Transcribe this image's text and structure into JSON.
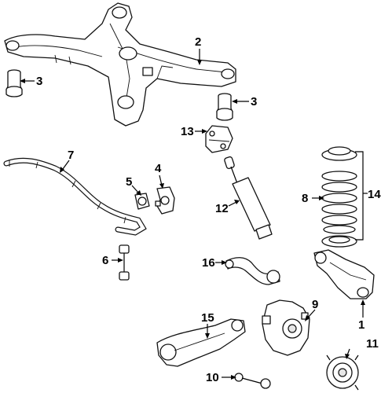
{
  "diagram": {
    "callouts": [
      {
        "id": "c1",
        "label": "1"
      },
      {
        "id": "c2",
        "label": "2"
      },
      {
        "id": "c3a",
        "label": "3"
      },
      {
        "id": "c3b",
        "label": "3"
      },
      {
        "id": "c4",
        "label": "4"
      },
      {
        "id": "c5",
        "label": "5"
      },
      {
        "id": "c6",
        "label": "6"
      },
      {
        "id": "c7",
        "label": "7"
      },
      {
        "id": "c8",
        "label": "8"
      },
      {
        "id": "c9",
        "label": "9"
      },
      {
        "id": "c10",
        "label": "10"
      },
      {
        "id": "c11",
        "label": "11"
      },
      {
        "id": "c12",
        "label": "12"
      },
      {
        "id": "c13",
        "label": "13"
      },
      {
        "id": "c14",
        "label": "14"
      },
      {
        "id": "c15",
        "label": "15"
      },
      {
        "id": "c16",
        "label": "16"
      }
    ],
    "colors": {
      "line": "#111111",
      "fill": "#ffffff",
      "shade": "#e6e6e6"
    }
  }
}
